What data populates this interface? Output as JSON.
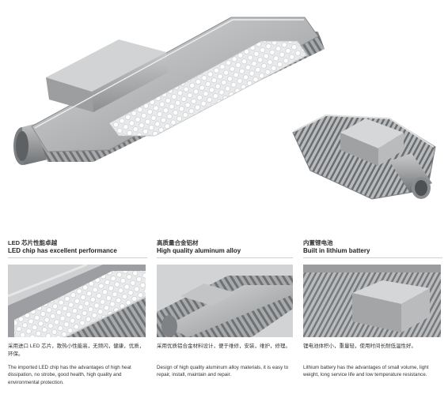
{
  "features": [
    {
      "title_cn": "LED 芯片性能卓越",
      "title_en": "LED chip has excellent performance",
      "text_cn": "采用进口 LED 芯片，散热小性能高，无频闪，健康，优质，环保。",
      "text_en": "The imported LED chip has the advantages of high heat dissipation, no strobe, good health, high quality and environmental protection."
    },
    {
      "title_cn": "高质量合金铝材",
      "title_en": "High quality aluminum alloy",
      "text_cn": "采用优质铝合金材料设计，便于维修，安装，维护，修理。",
      "text_en": "Design of high quality aluminum alloy materials, it is easy to repair, install, maintain and repair."
    },
    {
      "title_cn": "内置锂电池",
      "title_en": "Built in lithium battery",
      "text_cn": "锂电池体积小，重量轻，使用时间长耐低温性好。",
      "text_en": "Lithium battery has the advantages of small volume, light weight, long service life and low temperature resistance."
    }
  ]
}
